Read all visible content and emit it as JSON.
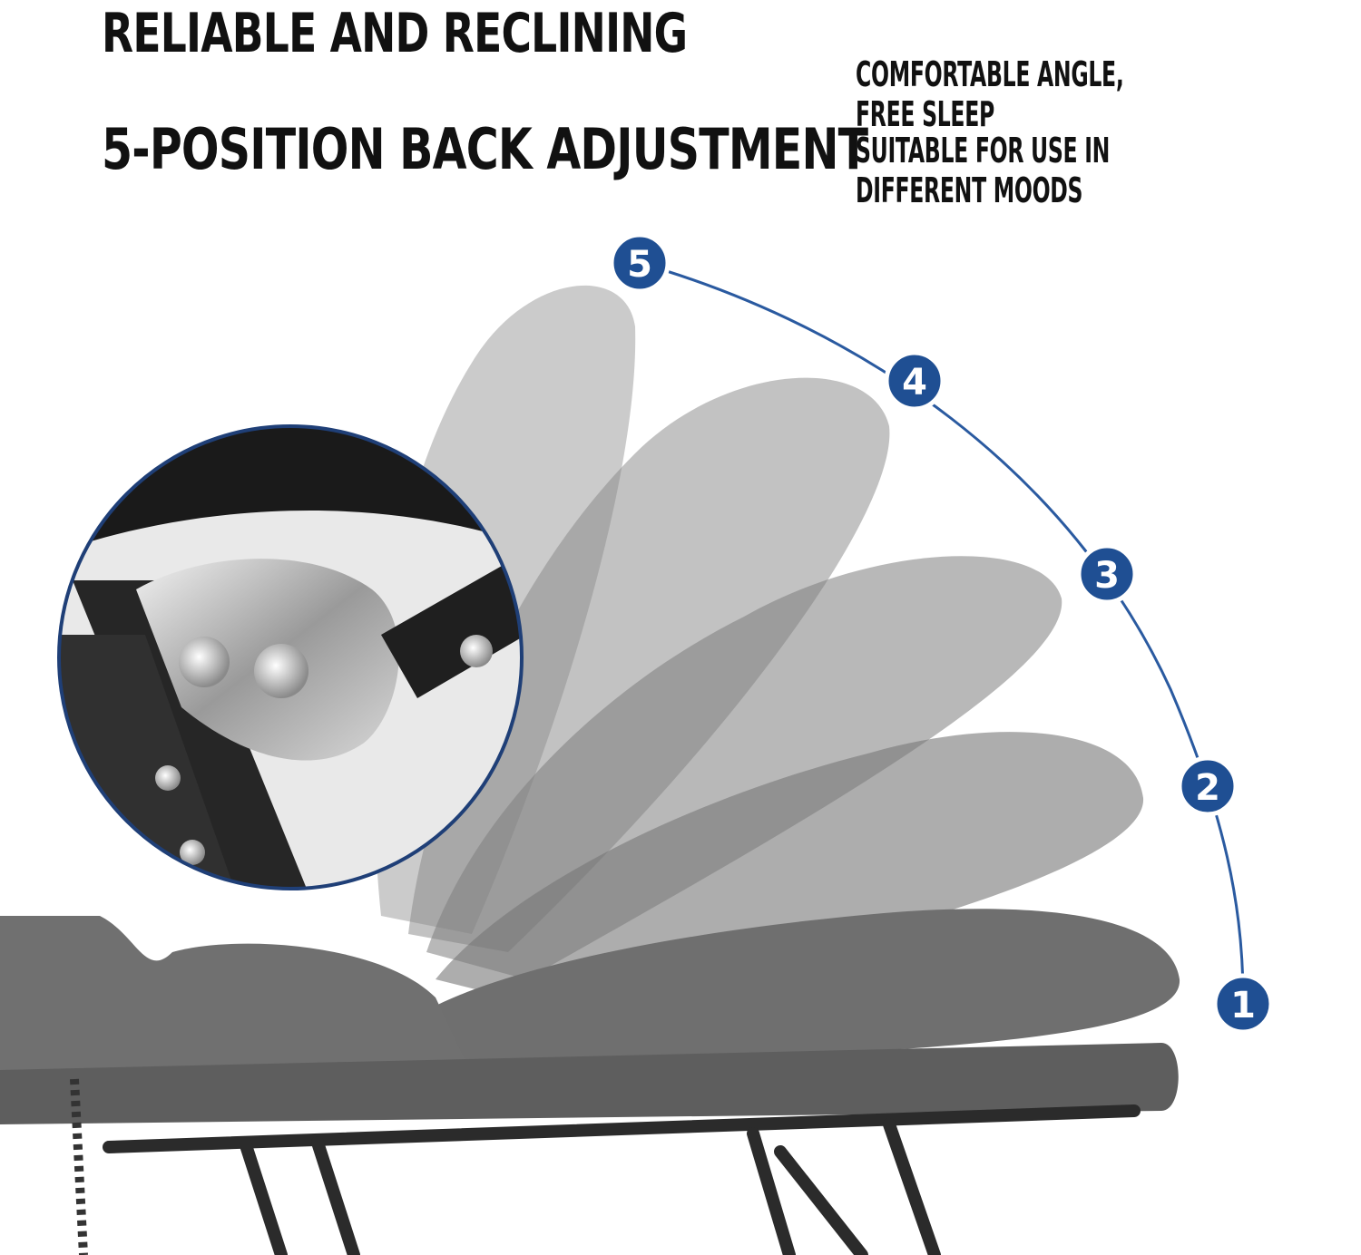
{
  "headline": {
    "line1": "RELIABLE AND RECLINING",
    "line2": "5-POSITION BACK ADJUSTMENT"
  },
  "features": [
    "COMFORTABLE ANGLE, FREE SLEEP",
    "SUITABLE FOR USE IN DIFFERENT MOODS"
  ],
  "positions": [
    "1",
    "2",
    "3",
    "4",
    "5"
  ],
  "colors": {
    "badge": "#1f4f93",
    "arc": "#2a5aa0",
    "fabric": "#6f6f6f",
    "frame": "#2b2b2b"
  },
  "icons": {
    "hinge_detail": "hinge-closeup-icon",
    "chair": "recliner-chair-icon"
  }
}
